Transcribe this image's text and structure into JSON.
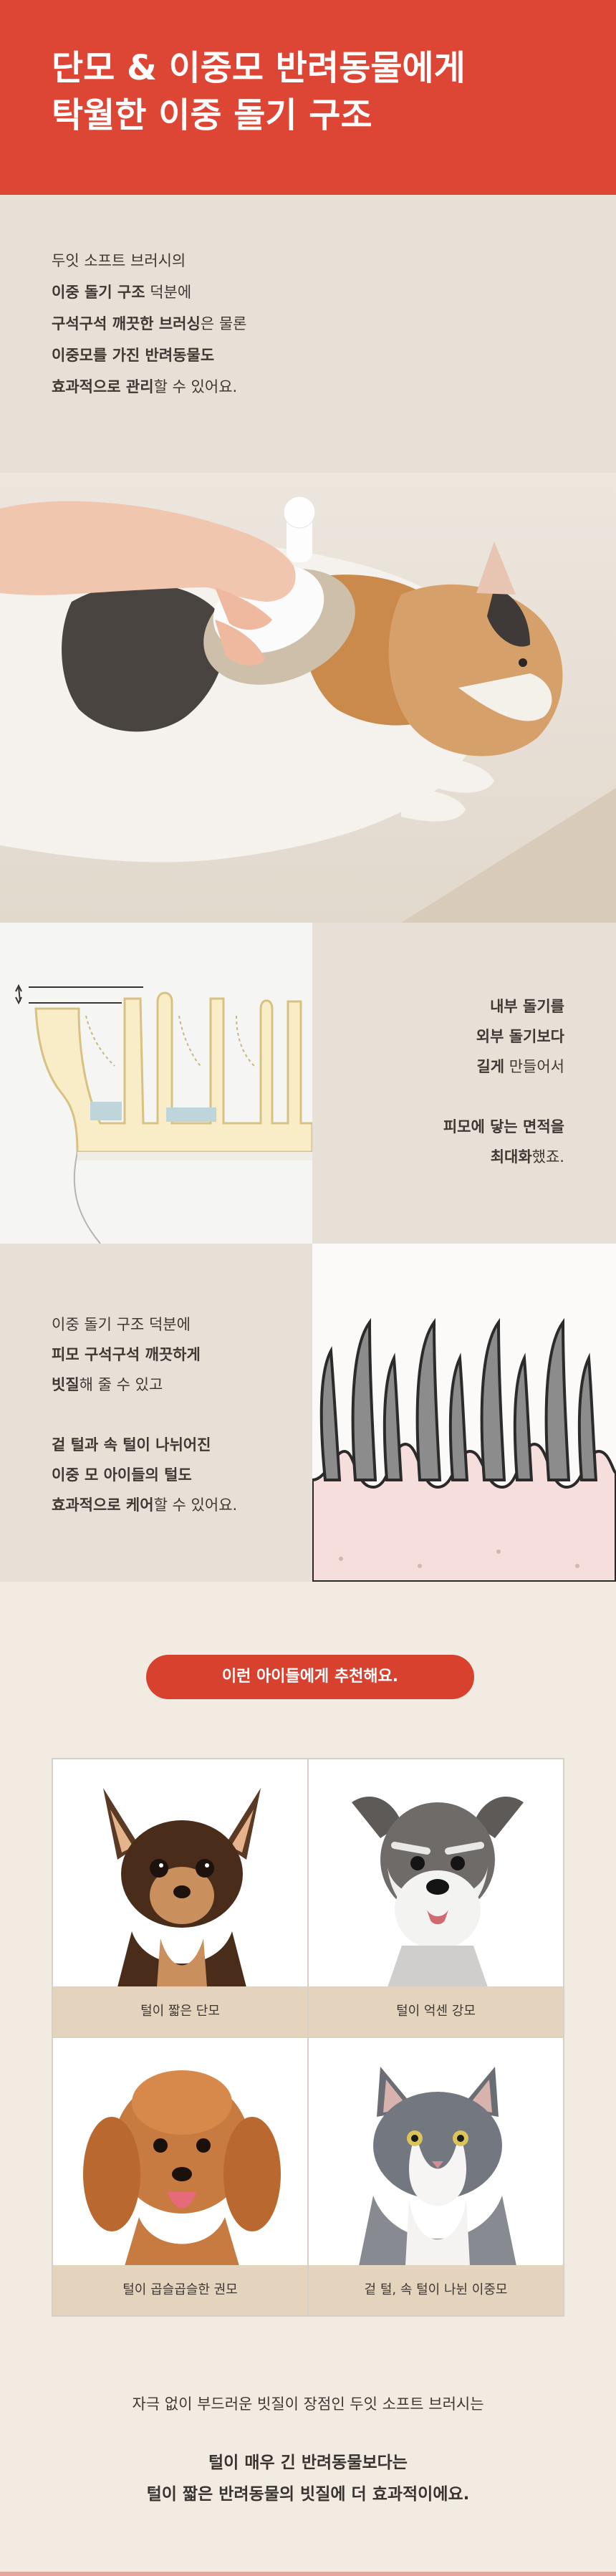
{
  "header": {
    "title": "단모 & 이중모 반려동물에게\n탁월한 이중 돌기 구조",
    "bg_color": "#dd4534"
  },
  "intro": {
    "line1": "두잇 소프트 브러시의",
    "line2_bold": "이중 돌기 구조",
    "line2_rest": " 덕분에",
    "line3_bold": "구석구석 깨끗한 브러싱",
    "line3_rest": "은 물론",
    "line4_bold": "이중모를 가진 반려동물도",
    "line5_bold": "효과적으로 관리",
    "line5_rest": "할 수 있어요."
  },
  "structure": {
    "line1_bold": "내부 돌기를",
    "line2_bold": "외부 돌기보다",
    "line3_bold": "길게",
    "line3_rest": " 만들어서",
    "line4_bold": "피모에 닿는 면적을",
    "line5_bold": "최대화",
    "line5_rest": "했죠."
  },
  "benefit": {
    "line1": "이중 돌기 구조 덕분에",
    "line2_bold": "피모 구석구석 깨끗하게",
    "line3_bold": "빗질",
    "line3_rest": "해 줄 수 있고",
    "line4_bold": "겉 털과 속 털이 나뉘어진",
    "line5_bold": "이중 모 아이들의 털도",
    "line6_bold": "효과적으로 케어",
    "line6_rest": "할 수 있어요."
  },
  "recommend": {
    "pill_label": "이런 아이들에게 추천해요.",
    "accent": "#d9412f",
    "cards": [
      {
        "caption": "털이 짧은 단모",
        "icon": "chihuahua-photo"
      },
      {
        "caption": "털이 억센 강모",
        "icon": "schnauzer-photo"
      },
      {
        "caption": "털이 곱슬곱슬한 권모",
        "icon": "poodle-photo"
      },
      {
        "caption": "겉 털, 속 털이 나뉜 이중모",
        "icon": "cat-photo"
      }
    ],
    "note_line": "자극 없이 부드러운 빗질이 장점인 두잇 소프트 브러시는",
    "note_bold": "털이 매우 긴 반려동물보다는\n털이 짧은 반려동물의 빗질에 더 효과적이에요."
  }
}
